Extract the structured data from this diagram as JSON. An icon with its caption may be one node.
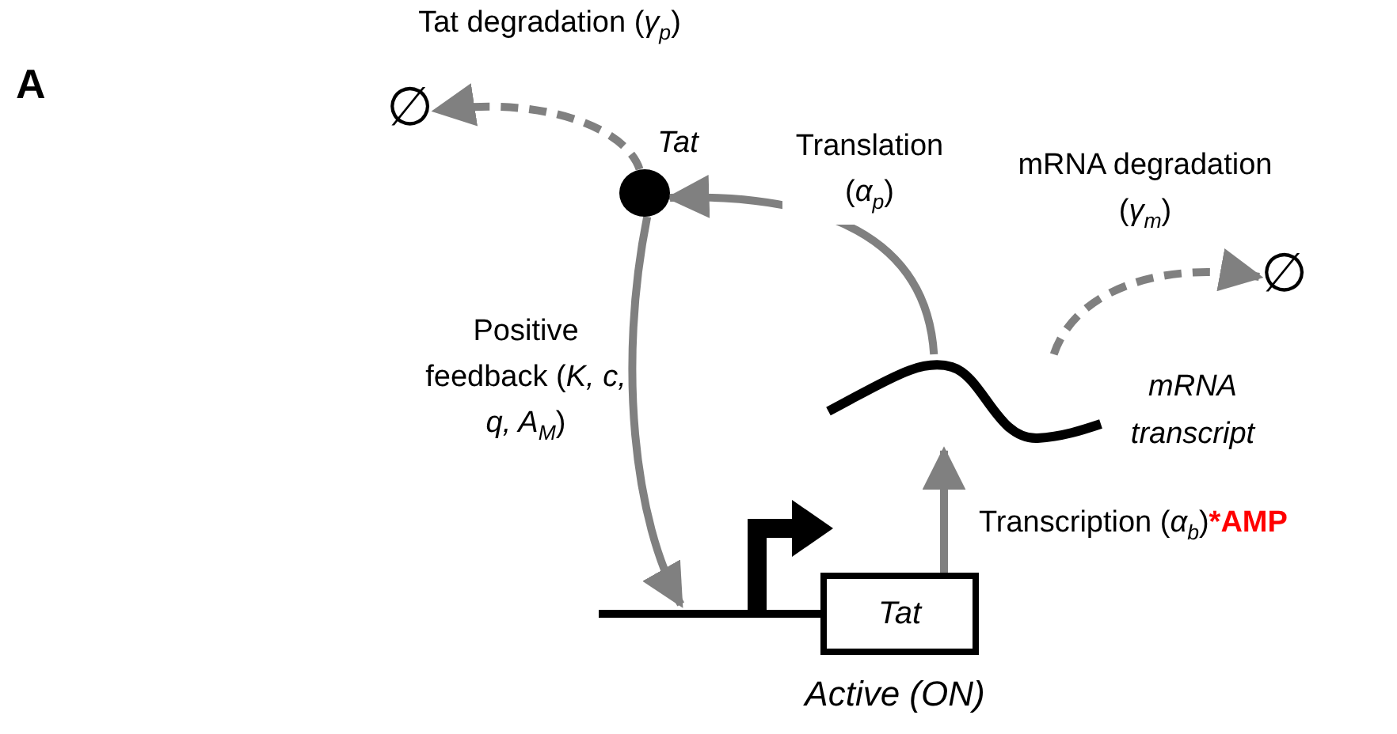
{
  "diagram": {
    "nodes": [
      {
        "text": [],
        "shape": "circle",
        "beside": [
          "Tat"
        ]
      },
      {
        "text": [
          "∅"
        ]
      },
      {
        "text": [
          "∅"
        ]
      },
      {
        "text": [],
        "shape": "wave",
        "beside": [
          "mRNA transcript"
        ]
      },
      {
        "text": [],
        "shape": "line"
      },
      {
        "text": [
          "Tat"
        ],
        "beside": [
          "Active (ON)"
        ]
      }
    ],
    "edges": [
      {
        "from": 0,
        "to": 1,
        "arrow": "to",
        "style": "dashed",
        "label": "Tat degradation (*γ*$_{p}$)"
      },
      {
        "from": 3,
        "to": 0,
        "arrow": "to",
        "label": "Translation (*α*$_{p}$)"
      },
      {
        "from": 3,
        "to": 2,
        "arrow": "to",
        "style": "dashed",
        "label": "mRNA degradation (*γ*$_{m}$)"
      },
      {
        "from": 0,
        "to": 4,
        "arrow": "to",
        "label": "Positive feedback (*K, c, q, A*$_{M}$)"
      },
      {
        "from": 5,
        "to": 3,
        "arrow": "to",
        "label": "Transcription (*α*$_{b}$)***AMP**"
      }
    ],
    "labels": [
      "A"
    ]
  }
}
